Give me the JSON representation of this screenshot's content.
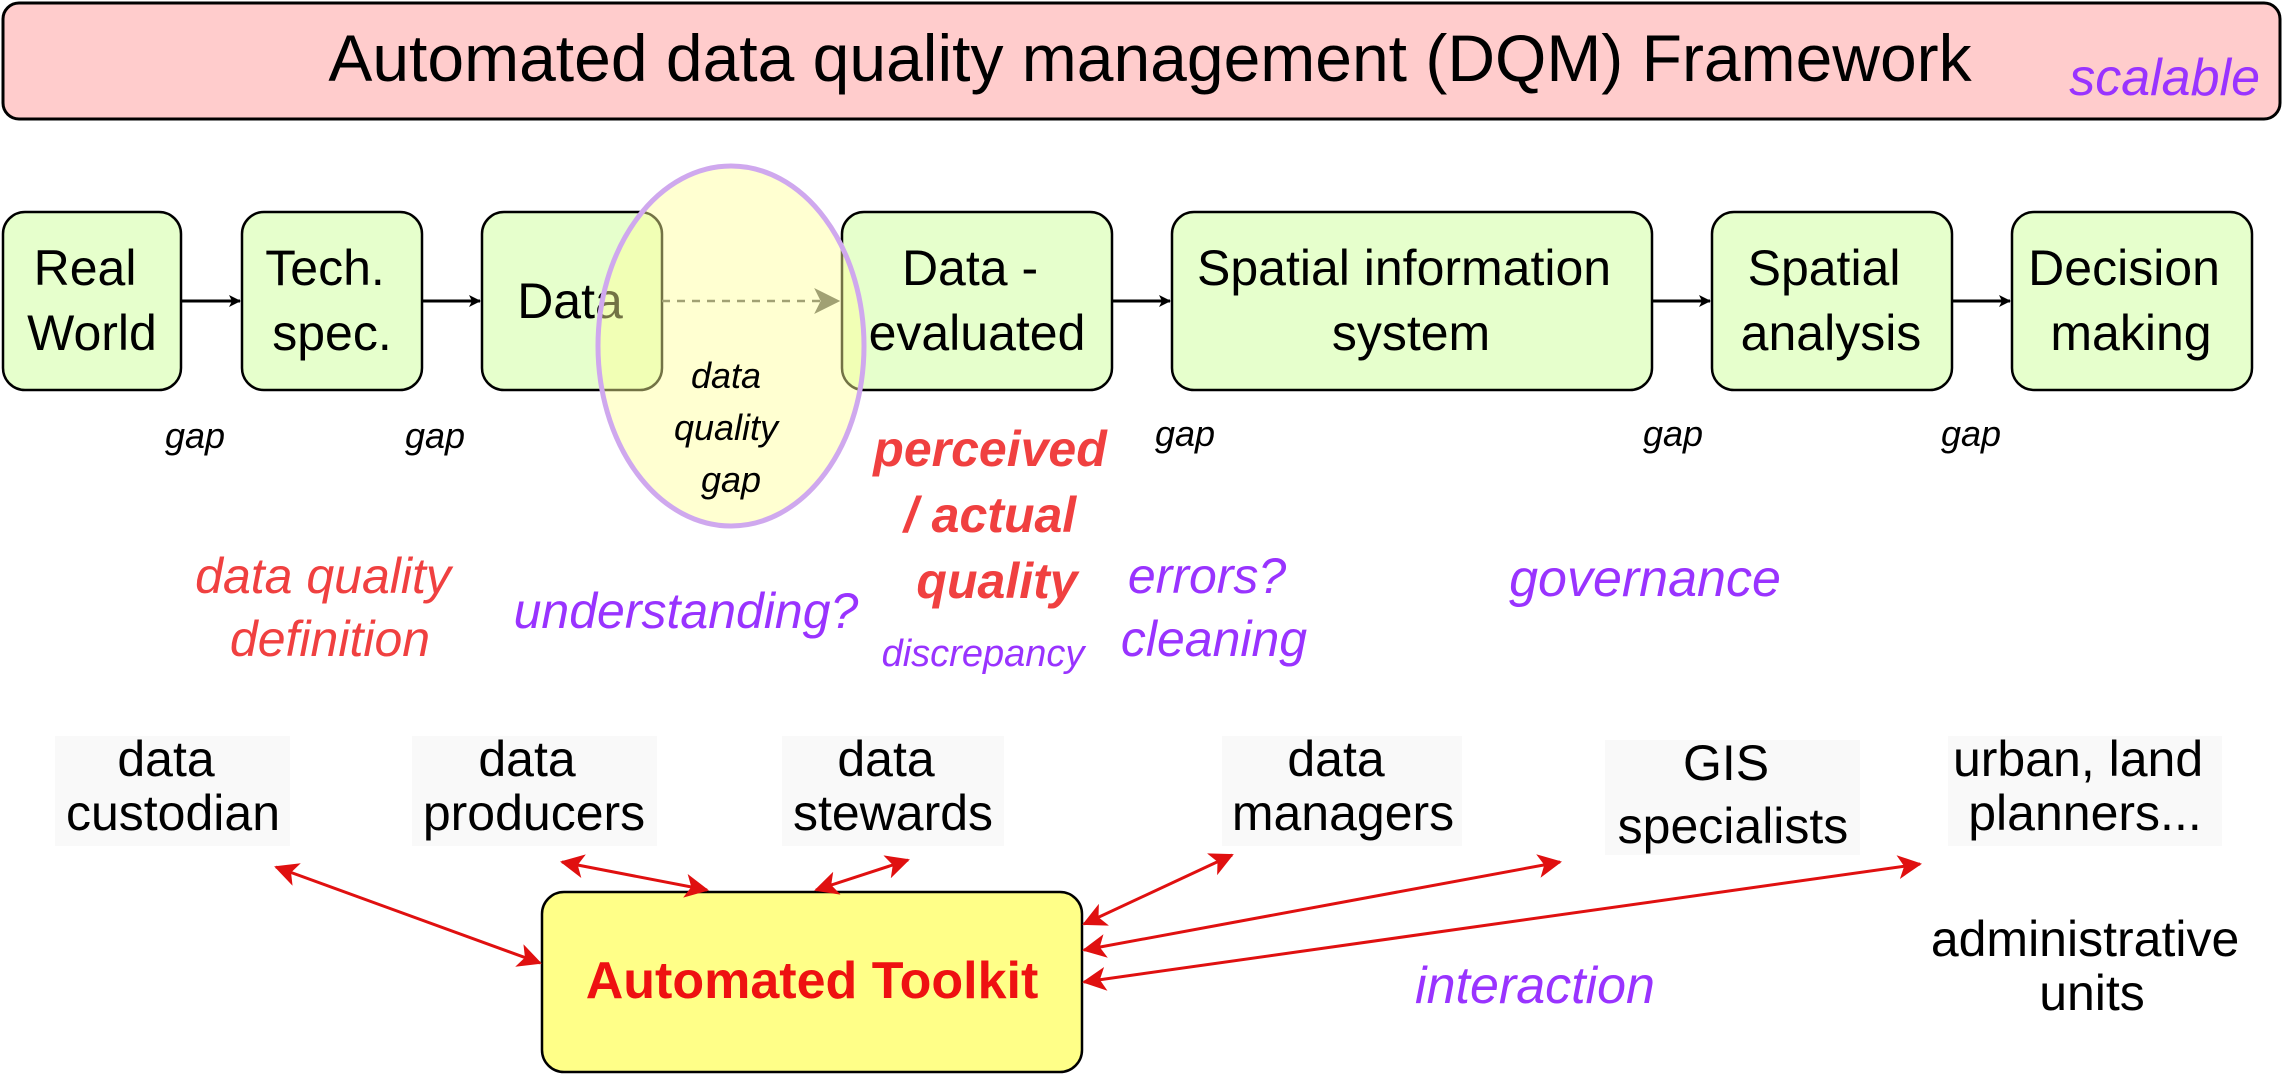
{
  "title": "Automated data quality management (DQM) Framework",
  "title_note": "scalable",
  "pipeline": [
    {
      "id": "real-world",
      "lines": [
        "Real",
        "World"
      ]
    },
    {
      "id": "tech-spec",
      "lines": [
        "Tech.",
        "spec."
      ]
    },
    {
      "id": "data",
      "lines": [
        "Data"
      ]
    },
    {
      "id": "data-evaluated",
      "lines": [
        "Data -",
        "evaluated"
      ]
    },
    {
      "id": "spatial-information-system",
      "lines": [
        "Spatial information",
        "system"
      ]
    },
    {
      "id": "spatial-analysis",
      "lines": [
        "Spatial",
        "analysis"
      ]
    },
    {
      "id": "decision-making",
      "lines": [
        "Decision",
        "making"
      ]
    }
  ],
  "gap_label": "gap",
  "data_quality_gap": [
    "data",
    "quality",
    "gap"
  ],
  "annotations": {
    "data_quality_definition": [
      "data quality",
      "definition"
    ],
    "understanding": "understanding?",
    "perceived_actual_quality": [
      "perceived",
      "/ actual",
      "quality"
    ],
    "discrepancy": "discrepancy",
    "errors_cleaning": [
      "errors?",
      "cleaning"
    ],
    "governance": "governance",
    "interaction": "interaction"
  },
  "actors": [
    {
      "id": "data-custodian",
      "lines": [
        "data",
        "custodian"
      ]
    },
    {
      "id": "data-producers",
      "lines": [
        "data",
        "producers"
      ]
    },
    {
      "id": "data-stewards",
      "lines": [
        "data",
        "stewards"
      ]
    },
    {
      "id": "data-managers",
      "lines": [
        "data",
        "managers"
      ]
    },
    {
      "id": "gis-specialists",
      "lines": [
        "GIS",
        "specialists"
      ]
    },
    {
      "id": "urban-land-planners",
      "lines": [
        "urban, land",
        "planners..."
      ]
    },
    {
      "id": "administrative-units",
      "lines": [
        "administrative",
        "units"
      ]
    }
  ],
  "toolkit": "Automated Toolkit",
  "colors": {
    "title_fill": "#ffcccc",
    "box_fill": "#e6ffcc",
    "toolkit_fill": "#ffff88",
    "ellipse_fill": "#ffffcc",
    "ellipse_stroke": "#d4b3f0",
    "purple": "#9933ff",
    "red": "#f04040",
    "arrow_red": "#e01010"
  }
}
